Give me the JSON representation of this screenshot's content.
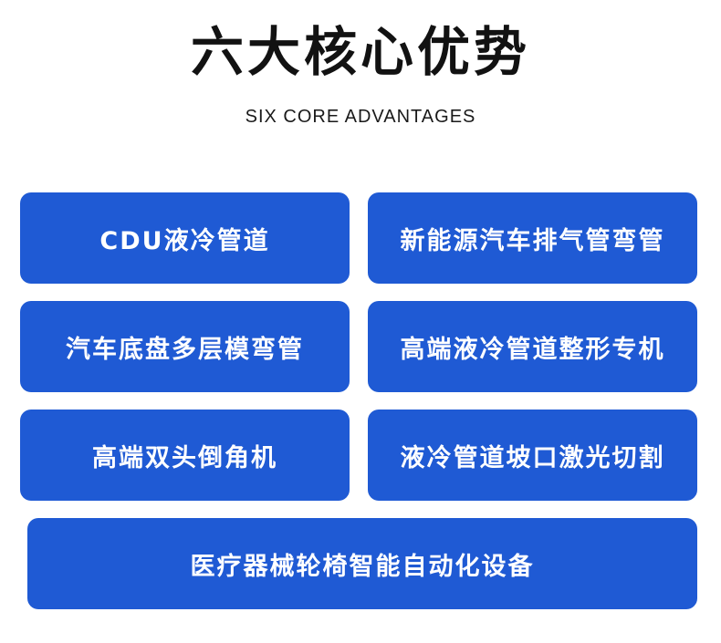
{
  "header": {
    "title": "六大核心优势",
    "subtitle": "SIX CORE ADVANTAGES"
  },
  "accent_color": "#1f5ad4",
  "advantages": [
    "CDU液冷管道",
    "新能源汽车排气管弯管",
    "汽车底盘多层模弯管",
    "高端液冷管道整形专机",
    "高端双头倒角机",
    "液冷管道坡口激光切割",
    "医疗器械轮椅智能自动化设备"
  ]
}
